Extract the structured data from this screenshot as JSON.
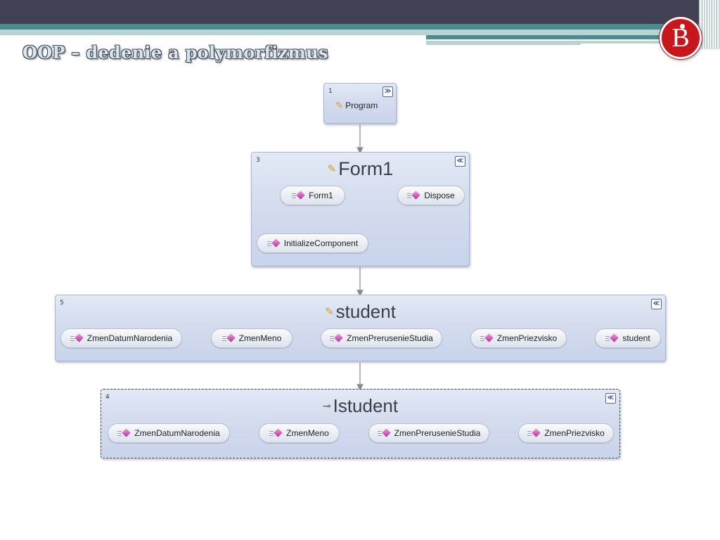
{
  "slide": {
    "title": "OOP – dedenie a polymorfizmus",
    "logo_letter": "B",
    "accent_dark": "#404254",
    "accent_teal": "#4e8b8e",
    "logo_red": "#c8161d"
  },
  "diagram": {
    "program": {
      "number": "1",
      "name": "Program",
      "toggle": "≫"
    },
    "form1": {
      "number": "3",
      "name": "Form1",
      "toggle": "≪",
      "members": [
        "Form1",
        "Dispose",
        "InitializeComponent"
      ]
    },
    "student": {
      "number": "5",
      "name": "student",
      "toggle": "≪",
      "members": [
        "ZmenDatumNarodenia",
        "ZmenMeno",
        "ZmenPrerusenieStudia",
        "ZmenPriezvisko",
        "student"
      ]
    },
    "istudent": {
      "number": "4",
      "name": "Istudent",
      "toggle": "≪",
      "members": [
        "ZmenDatumNarodenia",
        "ZmenMeno",
        "ZmenPrerusenieStudia",
        "ZmenPriezvisko"
      ]
    }
  }
}
